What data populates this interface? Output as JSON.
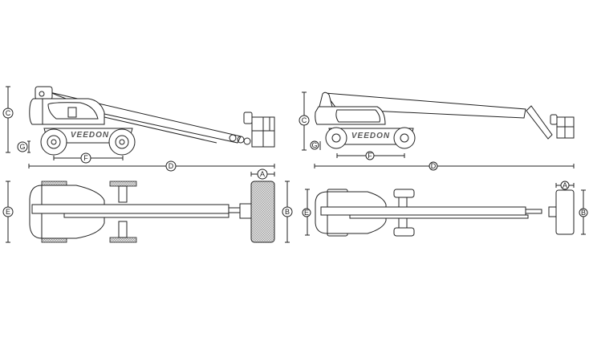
{
  "labels": {
    "A": "A",
    "B": "B",
    "C": "C",
    "D": "D",
    "E": "E",
    "F": "F",
    "G": "G"
  },
  "brand": "VEEDON",
  "colors": {
    "line": "#222222",
    "background": "#ffffff",
    "hatch": "#999999"
  }
}
